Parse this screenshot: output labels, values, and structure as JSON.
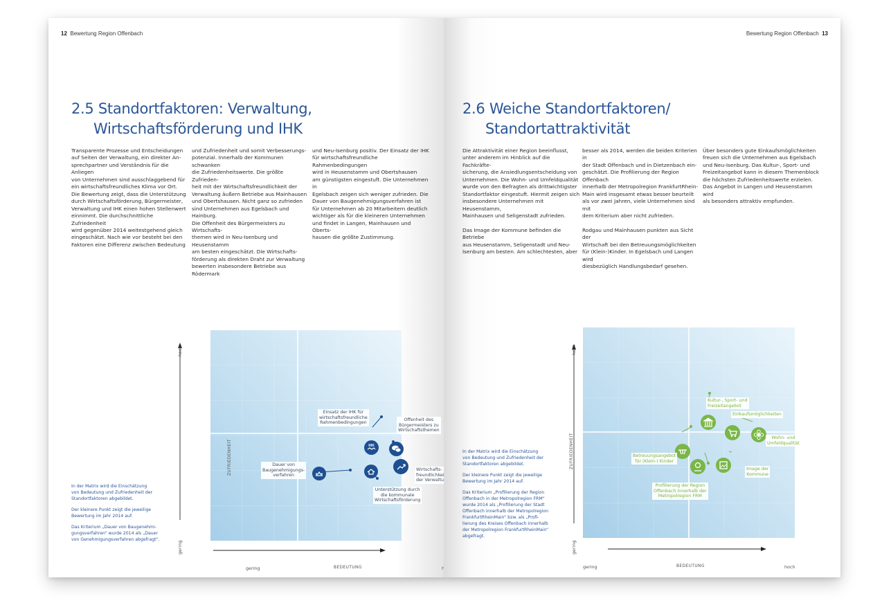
{
  "left_page": {
    "page_number": "12",
    "running_head": "Bewertung Region Offenbach",
    "title_line1": "2.5 Standortfaktoren: Verwaltung,",
    "title_line2": "Wirtschaftsförderung und IHK",
    "columns": [
      [
        "Transparente Prozesse und Entscheidungen",
        "auf Seiten der Verwaltung, ein direkter An-",
        "sprechpartner und Verständnis für die Anliegen",
        "von Unternehmen sind ausschlaggebend für",
        "ein wirtschaftsfreundliches Klima vor Ort.",
        "Die Bewertung zeigt, dass die Unterstützung",
        "durch Wirtschaftsförderung, Bürgermeister,",
        "Verwaltung und IHK einen hohen Stellenwert",
        "einnimmt. Die durchschnittliche Zufriedenheit",
        "wird gegenüber 2014 weitestgehend gleich",
        "eingeschätzt. Nach wie vor besteht bei den",
        "Faktoren eine Differenz zwischen Bedeutung"
      ],
      [
        "und Zufriedenheit und somit Verbesserungs-",
        "potenzial. Innerhalb der Kommunen schwanken",
        "die Zufriedenheitswerte. Die größte Zufrieden-",
        "heit mit der Wirtschaftsfreundlichkeit der",
        "Verwaltung äußern Betriebe aus Mainhausen",
        "und Obertshausen. Nicht ganz so zufrieden",
        "sind Unternehmen aus Egelsbach und Hainburg.",
        "Die Offenheit des Bürgermeisters zu Wirtschafts-",
        "themen wird in Neu-Isenburg und Heusenstamm",
        "am besten eingeschätzt. Die Wirtschafts-",
        "förderung als direkten Draht zur Verwaltung",
        "bewerten insbesondere Betriebe aus Rödermark"
      ],
      [
        "und Neu-Isenburg positiv. Der Einsatz der IHK",
        "für wirtschaftsfreundliche Rahmenbedingungen",
        "wird in Heusenstamm und Obertshausen",
        "am günstigsten eingestuft. Die Unternehmen in",
        "Egelsbach zeigen sich weniger zufrieden. Die",
        "Dauer von Baugenehmigungsverfahren ist",
        "für Unternehmen ab 20 Mitarbeitern deutlich",
        "wichtiger als für die kleineren Unternehmen",
        "und findet in Langen, Mainhausen und Oberts-",
        "hausen die größte Zustimmung."
      ]
    ],
    "note": [
      [
        "In der Matrix wird die Einschätzung",
        "von Bedeutung und Zufriedenheit der",
        "Standortfaktoren abgebildet."
      ],
      [
        "Der kleinere Punkt zeigt die jeweilige",
        "Bewertung im Jahr 2014 auf."
      ],
      [
        "Das Kriterium „Dauer von Baugenehmi-",
        "gungsverfahren“ wurde 2014 als „Dauer",
        "von Genehmigungsverfahren abgefragt“."
      ]
    ],
    "matrix": {
      "y_axis_label": "ZUFRIEDENHEIT",
      "y_high": "hoch",
      "y_low": "gering",
      "x_axis_label": "BEDEUTUNG",
      "x_low": "gering",
      "x_high": "hoch",
      "labels": {
        "ihk": [
          "Einsatz der IHK für",
          "wirtschaftsfreundliche",
          "Rahmenbedingungen"
        ],
        "offenheit": [
          "Offenheit des",
          "Bürgermeisters zu",
          "Wirtschaftsthemen"
        ],
        "bau": [
          "Dauer von",
          "Baugenehmigungs-",
          "verfahren"
        ],
        "verwaltung": [
          "Wirtschafts-",
          "freundlichkeit",
          "der Verwaltung"
        ],
        "wifoe": [
          "Unterstützung durch",
          "die kommunale",
          "Wirtschaftsförderung"
        ]
      },
      "ihk_icon_text": "IHK"
    }
  },
  "right_page": {
    "page_number": "13",
    "running_head": "Bewertung Region Offenbach",
    "title_line1": "2.6 Weiche Standortfaktoren/",
    "title_line2": "Standortattraktivität",
    "columns": [
      [
        "Die Attraktivität einer Region beeinflusst,",
        "unter anderem im Hinblick auf die Fachkräfte-",
        "sicherung, die Ansiedlungsentscheidung von",
        "Unternehmen. Die Wohn- und Umfeldqualität",
        "wurde von den Befragten als drittwichtigster",
        "Standortfaktor eingestuft. Hiermit zeigen sich",
        "insbesondere Unternehmen mit Heusenstamm,",
        "Mainhausen und Seligenstadt zufrieden.",
        "",
        "Das Image der Kommune befinden die Betriebe",
        "aus Heusenstamm, Seligenstadt und Neu-",
        "Isenburg am besten. Am schlechtesten, aber"
      ],
      [
        "besser als 2014, werden die beiden Kriterien in",
        "der Stadt Offenbach und in Dietzenbach ein-",
        "geschätzt. Die Profilierung der Region Offenbach",
        "innerhalb der Metropolregion FrankfurtRhein-",
        "Main wird insgesamt etwas besser beurteilt",
        "als vor zwei Jahren, viele Unternehmen sind mit",
        "dem Kriterium aber nicht zufrieden.",
        "",
        "Rodgau und Mainhausen punkten aus Sicht der",
        "Wirtschaft bei den Betreuungsmöglichkeiten",
        "für (Klein-)Kinder. In Egelsbach und Langen wird",
        "diesbezüglich Handlungsbedarf gesehen."
      ],
      [
        "Über besonders gute Einkaufsmöglichkeiten",
        "freuen sich die Unternehmen aus Egelsbach",
        "und Neu-Isenburg. Das Kultur-, Sport- und",
        "Freizeitangebot kann in diesem Themenblock",
        "die höchsten Zufriedenheitswerte erzielen.",
        "Das Angebot in Langen und Heusenstamm wird",
        "als besonders attraktiv empfunden."
      ]
    ],
    "note": [
      [
        "In der Matrix wird die Einschätzung",
        "von Bedeutung und Zufriedenheit der",
        "Standortfaktoren abgebildet."
      ],
      [
        "Der kleinere Punkt zeigt die jeweilige",
        "Bewertung im Jahr 2014 auf."
      ],
      [
        "Das Kriterium „Profilierung der Region",
        "Offenbach in der Metropolregion FRM“",
        "wurde 2014 als „Profilierung der Stadt",
        "Offenbach innerhalb der Metropolregion",
        "FrankfurtRheinMain“ bzw. als „Profi-",
        "lierung des Kreises Offenbach innerhalb",
        "der Metropolregion FrankfurtRheinMain“",
        "abgefragt."
      ]
    ],
    "matrix": {
      "y_axis_label": "ZUFRIEDENHEIT",
      "y_high": "hoch",
      "y_low": "gering",
      "x_axis_label": "BEDEUTUNG",
      "x_low": "gering",
      "x_high": "hoch",
      "labels": {
        "kultur": [
          "Kultur-, Sport- und",
          "Freizeitangebot"
        ],
        "einkauf": [
          "Einkaufsmöglichkeiten"
        ],
        "wohn": [
          "Wohn- und",
          "Umfeldqualität"
        ],
        "betreuung": [
          "Betreuungsangebot",
          "für (Klein-) Kinder"
        ],
        "image": [
          "Image der",
          "Kommune"
        ],
        "profil": [
          "Profilierung der Region",
          "Offenbach innerhalb der",
          "Metropolregion FRM"
        ]
      }
    }
  },
  "colors": {
    "title_blue": "#2a5597",
    "marker_blue": "#1d4f91",
    "marker_green": "#7ab648",
    "matrix_light": "#e8f3fa",
    "matrix_dark": "#a9d1ea"
  }
}
